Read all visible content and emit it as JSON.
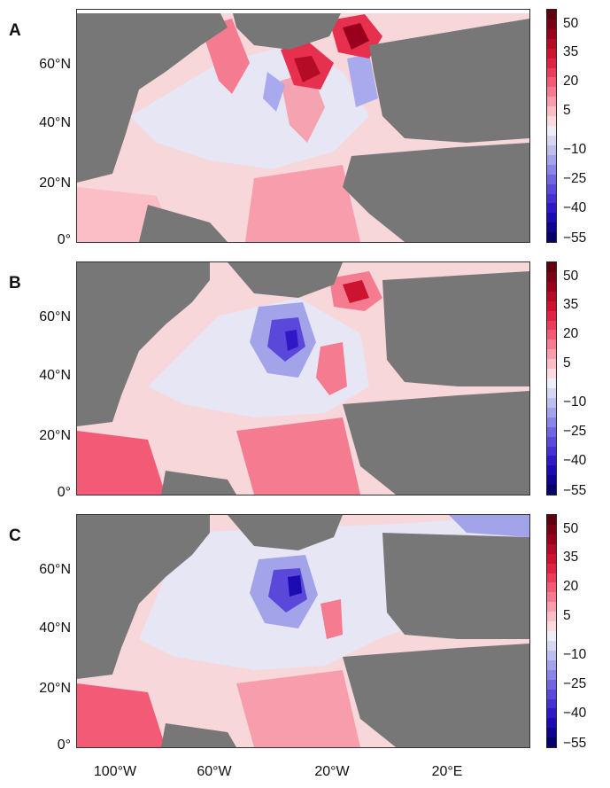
{
  "panels": [
    {
      "label": "A"
    },
    {
      "label": "B"
    },
    {
      "label": "C"
    }
  ],
  "lat_labels": [
    "60°N",
    "40°N",
    "20°N",
    "0°"
  ],
  "lon_labels": [
    "100°W",
    "60°W",
    "20°W",
    "20°E"
  ],
  "colorbar": {
    "labels": [
      "50",
      "35",
      "20",
      "5",
      "−10",
      "−25",
      "−40",
      "−55"
    ],
    "colors": [
      "#5e0010",
      "#7c0016",
      "#99001c",
      "#b40b26",
      "#cc1430",
      "#de2344",
      "#ea3d5c",
      "#f25a76",
      "#f57b91",
      "#f89dac",
      "#fbbdc6",
      "#fcdadf",
      "#eeeef8",
      "#d6d6f2",
      "#bdbdee",
      "#a3a3ea",
      "#8a85e6",
      "#7166e0",
      "#5a48da",
      "#4530d2",
      "#3018c6",
      "#1c0bb0",
      "#0d0590",
      "#05036a"
    ]
  },
  "colors": {
    "land": "#777777",
    "coast": "#ffffff",
    "ocean_base": "#f7d7da"
  }
}
